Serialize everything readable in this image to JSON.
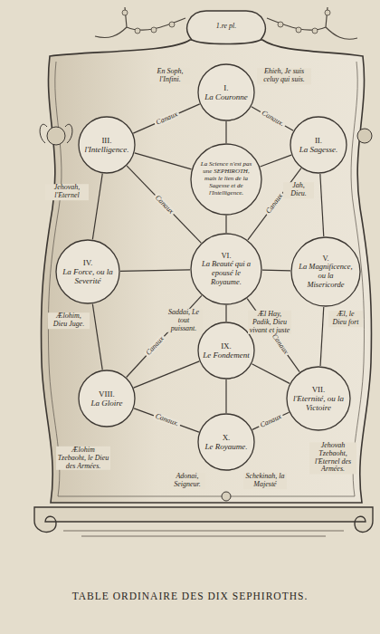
{
  "diagram": {
    "title": "TABLE ORDINAIRE DES DIX SEPHIROTHS.",
    "nodes": [
      {
        "text": [
          "I.",
          "La Couronne"
        ]
      },
      {
        "text": [
          "III.",
          "l'Intelligence."
        ]
      },
      {
        "text": [
          "II.",
          "La Sagesse."
        ]
      },
      {
        "text": [
          "La Science n'est pas une SEPHIROTH, mais le lien de la Sagesse et de l'Intelligence."
        ]
      },
      {
        "text": [
          "IV.",
          "La Force, ou la Severité"
        ]
      },
      {
        "text": [
          "VI.",
          "La Beauté qui a epousé le Royaume."
        ]
      },
      {
        "text": [
          "V.",
          "La Magnificence, ou la Misericorde"
        ]
      },
      {
        "text": [
          "IX.",
          "Le Fondement"
        ]
      },
      {
        "text": [
          "VIII.",
          "La Gloire"
        ]
      },
      {
        "text": [
          "VII.",
          "l'Eternité, ou la Victoire"
        ]
      },
      {
        "text": [
          "X.",
          "Le Royaume."
        ]
      }
    ],
    "edges": [
      {
        "from": 0,
        "to": 1,
        "arrow": "none",
        "label": "Canaux"
      },
      {
        "from": 0,
        "to": 2,
        "arrow": "none",
        "label": "Canaux."
      },
      {
        "from": 0,
        "to": 3,
        "arrow": "none"
      },
      {
        "from": 1,
        "to": 3,
        "arrow": "none"
      },
      {
        "from": 2,
        "to": 3,
        "arrow": "none"
      },
      {
        "from": 1,
        "to": 4,
        "arrow": "none"
      },
      {
        "from": 2,
        "to": 6,
        "arrow": "none"
      },
      {
        "from": 1,
        "to": 5,
        "arrow": "none",
        "label": "Canaux"
      },
      {
        "from": 2,
        "to": 5,
        "arrow": "none",
        "label": "Canaux"
      },
      {
        "from": 3,
        "to": 5,
        "arrow": "none"
      },
      {
        "from": 4,
        "to": 5,
        "arrow": "none"
      },
      {
        "from": 5,
        "to": 6,
        "arrow": "none"
      },
      {
        "from": 4,
        "to": 8,
        "arrow": "none"
      },
      {
        "from": 6,
        "to": 9,
        "arrow": "none"
      },
      {
        "from": 5,
        "to": 8,
        "arrow": "none",
        "label": "Canaux"
      },
      {
        "from": 5,
        "to": 9,
        "arrow": "none",
        "label": "Canaux"
      },
      {
        "from": 5,
        "to": 7,
        "arrow": "none"
      },
      {
        "from": 8,
        "to": 7,
        "arrow": "none"
      },
      {
        "from": 7,
        "to": 9,
        "arrow": "none"
      },
      {
        "from": 8,
        "to": 10,
        "arrow": "none",
        "label": "Canaux."
      },
      {
        "from": 7,
        "to": 10,
        "arrow": "none"
      },
      {
        "from": 9,
        "to": 10,
        "arrow": "none",
        "label": "Canaux"
      }
    ],
    "labels": [
      "1.re pl.",
      "En Soph, l'Infini.",
      "Ehieh, Je suis celuy qui suis.",
      "Jehovah, l'Eternel",
      "Jah, Dieu.",
      "Ælohim, Dieu Juge.",
      "Æl, le Dieu fort",
      "Saddai, Le tout puissant.",
      "Æl Hay, Padik, Dieu vivant et juste",
      "Ælohim Tzebaoht, le Dieu des Armées.",
      "Adonai, Seigneur.",
      "Schekinah, la Majesté",
      "Jehovah Tzebaoht, l'Eternel des Armées."
    ]
  }
}
